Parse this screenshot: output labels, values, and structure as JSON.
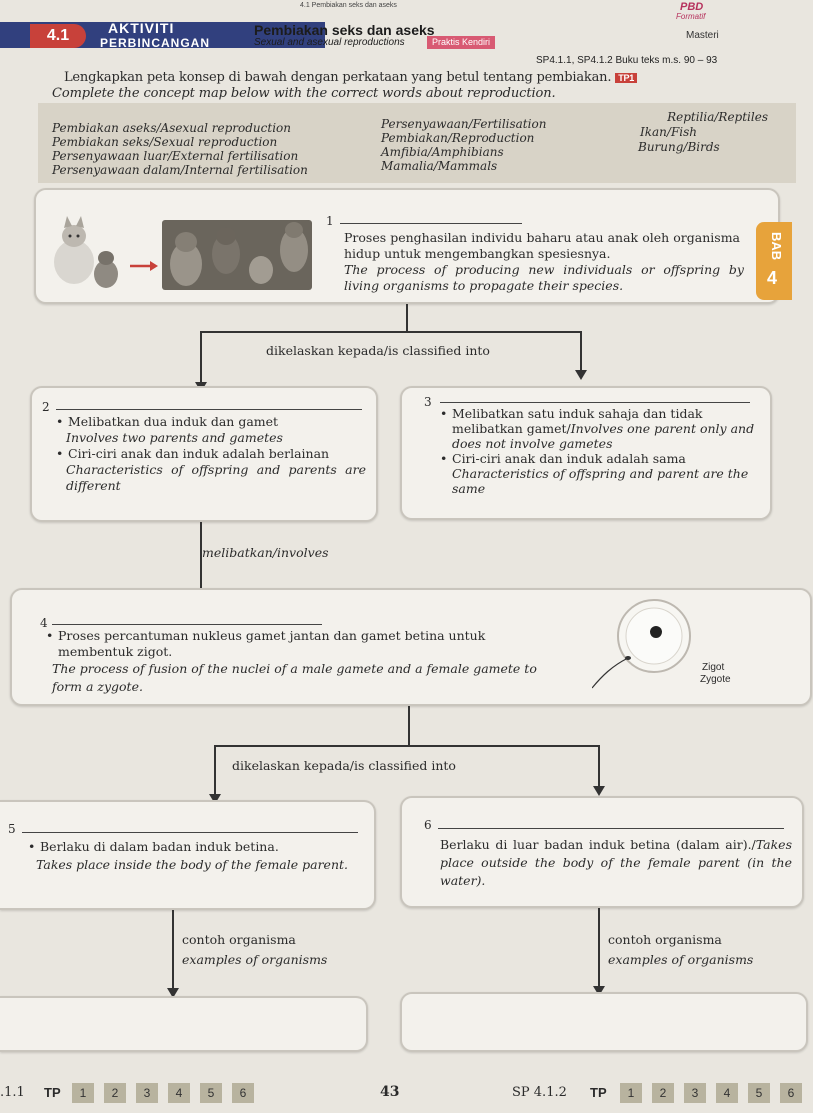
{
  "header": {
    "top_caption": "4.1 Pembiakan seks dan aseks",
    "pbd_label": "PBD",
    "formatif_label": "Formatif",
    "activity_number": "4.1",
    "activity_ms": "AKTIVITI",
    "activity_en": "PERBINCANGAN",
    "title_ms": "Pembiakan seks dan aseks",
    "title_en": "Sexual and asexual reproductions",
    "praktis_label": "Praktis Kendiri",
    "mastery_label": "Masteri",
    "sp_ref": "SP4.1.1, SP4.1.2 Buku teks m.s. 90 – 93"
  },
  "instruction": {
    "ms": "Lengkapkan peta konsep di bawah dengan perkataan yang betul tentang pembiakan.",
    "tp_badge": "TP1",
    "en": "Complete the concept map below with the correct words about reproduction."
  },
  "word_bank": {
    "col1": [
      "Pembiakan aseks/Asexual reproduction",
      "Pembiakan seks/Sexual reproduction",
      "Persenyawaan luar/External fertilisation",
      "Persenyawaan dalam/Internal fertilisation"
    ],
    "col2": [
      "Persenyawaan/Fertilisation",
      "Pembiakan/Reproduction",
      "Amfibia/Amphibians",
      "Mamalia/Mammals"
    ],
    "col3": [
      "Reptilia/Reptiles",
      "Ikan/Fish",
      "Burung/Birds"
    ]
  },
  "box1": {
    "number": "1",
    "ms": "Proses penghasilan individu baharu atau anak oleh organisma hidup untuk mengembangkan spesiesnya.",
    "en": "The process of producing new individuals or offspring by living organisms to propagate their species."
  },
  "side_tab": {
    "label": "BAB",
    "number": "4"
  },
  "classified1": "dikelaskan kepada/is classified into",
  "box2": {
    "number": "2",
    "b1_ms": "Melibatkan dua induk dan gamet",
    "b1_en": "Involves two parents and gametes",
    "b2_ms": "Ciri-ciri anak dan induk adalah berlainan",
    "b2_en": "Characteristics of offspring and parents are different"
  },
  "box3": {
    "number": "3",
    "b1_ms": "Melibatkan satu induk sahaja dan tidak melibatkan gamet/",
    "b1_en": "Involves one parent only and does not involve gametes",
    "b2_ms": "Ciri-ciri anak dan induk adalah sama",
    "b2_en": "Characteristics of offspring and parent are the same"
  },
  "involves": "melibatkan/involves",
  "box4": {
    "number": "4",
    "ms": "Proses percantuman nukleus gamet jantan dan gamet betina untuk membentuk zigot.",
    "en": "The process of fusion of the nuclei of a male gamete and a female gamete to form a zygote.",
    "zygote_ms": "Zigot",
    "zygote_en": "Zygote"
  },
  "classified2": "dikelaskan kepada/is classified into",
  "box5": {
    "number": "5",
    "ms": "Berlaku di dalam badan induk betina.",
    "en": "Takes place inside the body of the female parent."
  },
  "box6": {
    "number": "6",
    "ms": "Berlaku di luar badan induk betina (dalam air)./",
    "en": "Takes place outside the body of the female parent (in the water)."
  },
  "examples_left": {
    "ms": "contoh organisma",
    "en": "examples of organisms"
  },
  "examples_right": {
    "ms": "contoh organisma",
    "en": "examples of organisms"
  },
  "footer": {
    "left_sp": ".1.1",
    "tp_label": "TP",
    "left_levels": [
      "1",
      "2",
      "3",
      "4",
      "5",
      "6"
    ],
    "page_number": "43",
    "right_sp": "SP 4.1.2",
    "right_levels": [
      "1",
      "2",
      "3",
      "4",
      "5",
      "6"
    ]
  },
  "colors": {
    "header_blue": "#2f3d7a",
    "activity_red": "#c8413a",
    "praktis_pink": "#d85a73",
    "tab_orange": "#e7a33b",
    "tp_box": "#b8b39f"
  }
}
